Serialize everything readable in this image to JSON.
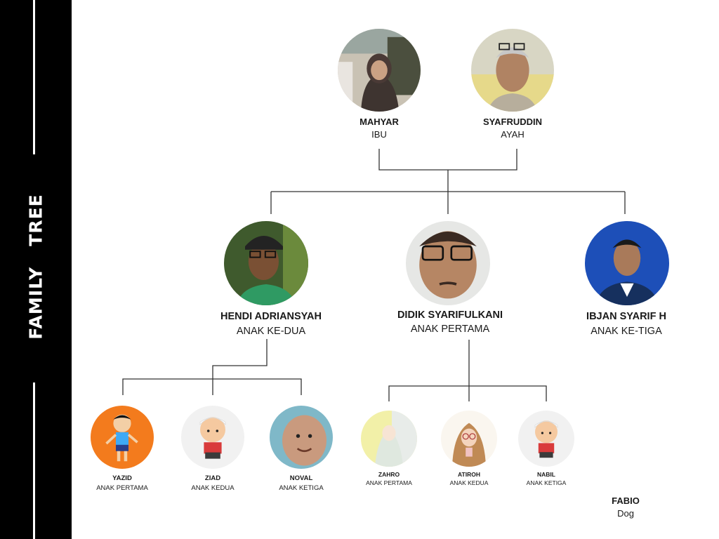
{
  "sidebar": {
    "title": "FAMILY   TREE"
  },
  "parents": {
    "mother": {
      "name": "MAHYAR",
      "role": "IBU"
    },
    "father": {
      "name": "SYAFRUDDIN",
      "role": "AYAH"
    }
  },
  "children": {
    "second": {
      "name": "HENDI ADRIANSYAH",
      "role": "ANAK KE-DUA"
    },
    "first": {
      "name": "DIDIK SYARIFULKANI",
      "role": "ANAK PERTAMA"
    },
    "third": {
      "name": "IBJAN SYARIF H",
      "role": "ANAK KE-TIGA"
    }
  },
  "grandchildren_hendi": [
    {
      "name": "YAZID",
      "role": "ANAK PERTAMA"
    },
    {
      "name": "ZIAD",
      "role": "ANAK KEDUA"
    },
    {
      "name": "NOVAL",
      "role": "ANAK KETIGA"
    }
  ],
  "grandchildren_didik": [
    {
      "name": "ZAHRO",
      "role": "ANAK PERTAMA"
    },
    {
      "name": "ATIROH",
      "role": "ANAK KEDUA"
    },
    {
      "name": "NABIL",
      "role": "ANAK KETIGA"
    }
  ],
  "pet": {
    "name": "FABIO",
    "role": "Dog"
  }
}
